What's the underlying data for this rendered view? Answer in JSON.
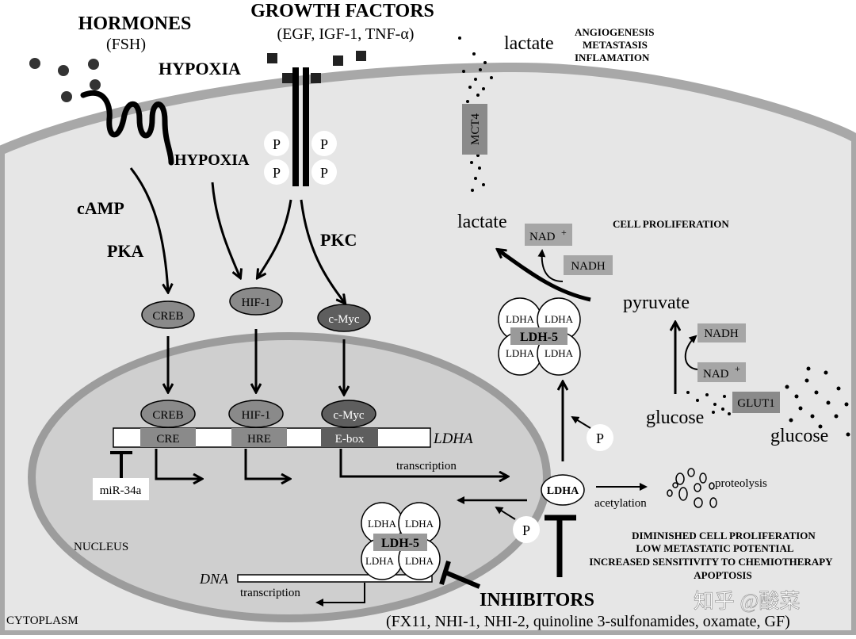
{
  "top": {
    "hormones": "HORMONES",
    "hormones_sub": "(FSH)",
    "growth_factors": "GROWTH FACTORS",
    "growth_factors_sub": "(EGF, IGF-1, TNF-α)",
    "hypoxia_outer": "HYPOXIA",
    "hypoxia_inner": "HYPOXIA",
    "lactate_out": "lactate",
    "outcomes": [
      "ANGIOGENESIS",
      "METASTASIS",
      "INFLAMATION"
    ]
  },
  "signaling": {
    "camp": "cAMP",
    "pka": "PKA",
    "pkc": "PKC",
    "phospho": "P",
    "creb": "CREB",
    "hif1": "HIF-1",
    "cmyc": "c-Myc"
  },
  "gene": {
    "elements": [
      "CRE",
      "HRE",
      "E-box"
    ],
    "name": "LDHA",
    "mir": "miR-34a",
    "transcription": "transcription"
  },
  "metabolism": {
    "mct4": "MCT4",
    "lactate": "lactate",
    "nad_plus": "NAD",
    "nadh": "NADH",
    "pyruvate": "pyruvate",
    "glucose_in": "glucose",
    "glucose_out": "glucose",
    "glut1": "GLUT1",
    "cell_proliferation": "CELL PROLIFERATION",
    "ldh5": "LDH-5",
    "ldha": "LDHA",
    "phospho": "P",
    "acetylation": "acetylation",
    "proteolysis": "proteolysis"
  },
  "nucleus": {
    "label": "NUCLEUS",
    "dna": "DNA",
    "transcription": "transcription"
  },
  "effects": [
    "DIMINISHED CELL PROLIFERATION",
    "LOW METASTATIC POTENTIAL",
    "INCREASED SENSITIVITY TO CHEMIOTHERAPY",
    "APOPTOSIS"
  ],
  "inhibitors": {
    "title": "INHIBITORS",
    "list": "(FX11, NHI-1, NHI-2, quinoline 3-sulfonamides, oxamate, GF)"
  },
  "cytoplasm": "CYTOPLASM",
  "watermark": "知乎 @酸菜"
}
